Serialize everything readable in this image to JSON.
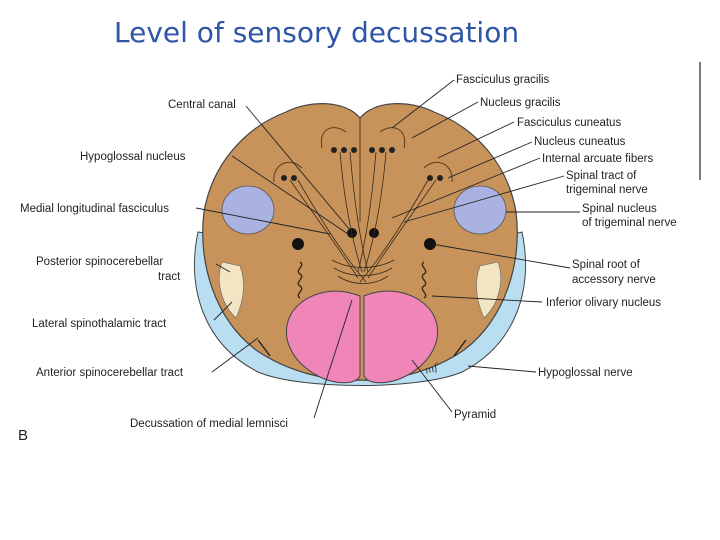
{
  "title": "Level of sensory decussation",
  "panel_label": "B",
  "signature": "mf",
  "labels": {
    "fasciculus_gracilis": "Fasciculus gracilis",
    "nucleus_gracilis": "Nucleus gracilis",
    "fasciculus_cuneatus": "Fasciculus cuneatus",
    "nucleus_cuneatus": "Nucleus cuneatus",
    "internal_arcuate": "Internal arcuate fibers",
    "spinal_tract_1": "Spinal tract of",
    "spinal_tract_2": "trigeminal nerve",
    "spinal_nucleus_1": "Spinal nucleus",
    "spinal_nucleus_2": "of trigeminal nerve",
    "spinal_root_1": "Spinal root of",
    "spinal_root_2": "accessory nerve",
    "inferior_olivary": "Inferior olivary nucleus",
    "hypoglossal_nerve": "Hypoglossal nerve",
    "pyramid": "Pyramid",
    "decussation": "Decussation of medial lemnisci",
    "central_canal": "Central canal",
    "hypoglossal_nucleus": "Hypoglossal nucleus",
    "mlf": "Medial longitudinal fasciculus",
    "posterior_spinocerebellar_1": "Posterior spinocerebellar",
    "posterior_spinocerebellar_2": "tract",
    "lateral_spinothalamic": "Lateral spinothalamic tract",
    "anterior_spinocerebellar": "Anterior spinocerebellar tract"
  },
  "colors": {
    "title": "#2f55a6",
    "medulla": "#c8935b",
    "spinocerebellar": "#b9def2",
    "trigeminal": "#a9b2e0",
    "spinothalamic": "#f1e5c4",
    "pyramid": "#ef86b7"
  }
}
